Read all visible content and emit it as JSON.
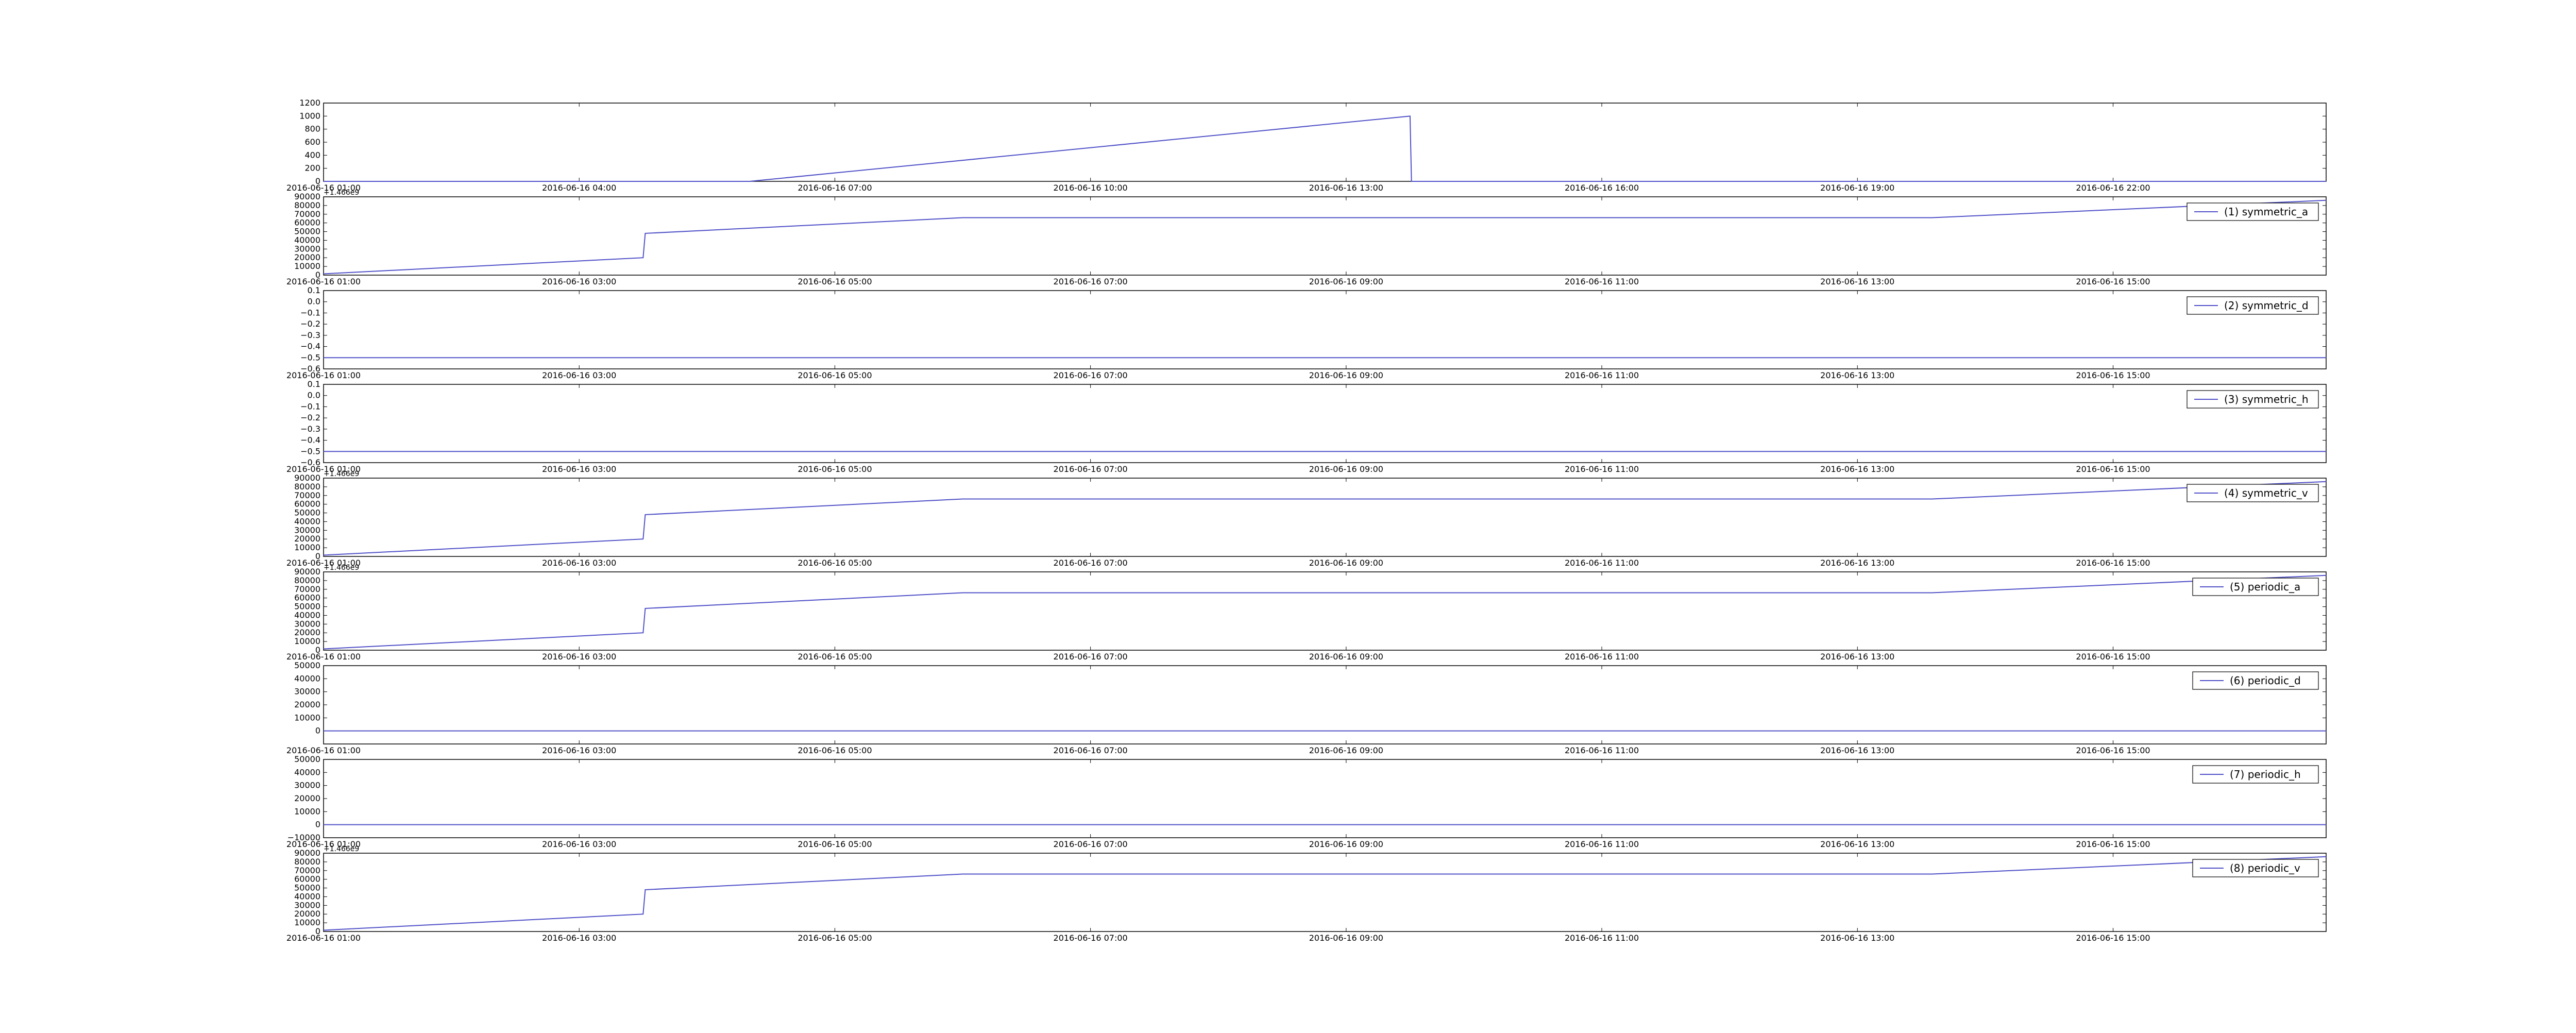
{
  "colors": {
    "line": "#5050c8",
    "axes": "#000000",
    "background": "#ffffff"
  },
  "chart_data": [
    {
      "type": "line",
      "title": "",
      "xlabel": "",
      "ylabel": "",
      "legend": "",
      "legend_placement": "",
      "x_axis": "date",
      "xlim": [
        "2016-06-16 01:00",
        "2016-06-17 00:30"
      ],
      "x_tick_labels": [
        "2016-06-16 01:00",
        "2016-06-16 04:00",
        "2016-06-16 07:00",
        "2016-06-16 10:00",
        "2016-06-16 13:00",
        "2016-06-16 16:00",
        "2016-06-16 19:00",
        "2016-06-16 22:00"
      ],
      "ylim": [
        0,
        1200
      ],
      "y_ticks": [
        0,
        200,
        400,
        600,
        800,
        1000,
        1200
      ],
      "y_offset_label": "",
      "series": [
        {
          "x": [
            "2016-06-16 01:00",
            "2016-06-16 06:00",
            "2016-06-16 13:45",
            "2016-06-16 13:46",
            "2016-06-17 00:30"
          ],
          "y": [
            0,
            0,
            1000,
            0,
            0
          ]
        }
      ]
    },
    {
      "type": "line",
      "title": "",
      "xlabel": "",
      "ylabel": "",
      "legend": "(1) symmetric_a",
      "legend_placement": "top-right",
      "x_axis": "date",
      "xlim": [
        "2016-06-16 01:00",
        "2016-06-16 16:40"
      ],
      "x_tick_labels": [
        "2016-06-16 01:00",
        "2016-06-16 03:00",
        "2016-06-16 05:00",
        "2016-06-16 07:00",
        "2016-06-16 09:00",
        "2016-06-16 11:00",
        "2016-06-16 13:00",
        "2016-06-16 15:00"
      ],
      "ylim": [
        0,
        90000
      ],
      "y_ticks": [
        0,
        10000,
        20000,
        30000,
        40000,
        50000,
        60000,
        70000,
        80000,
        90000
      ],
      "y_offset_label": "+1.466e9",
      "series": [
        {
          "x": [
            "2016-06-16 01:00",
            "2016-06-16 03:30",
            "2016-06-16 03:31",
            "2016-06-16 06:00",
            "2016-06-16 13:35",
            "2016-06-16 16:40"
          ],
          "y": [
            1500,
            20000,
            48000,
            66000,
            66000,
            86000
          ]
        }
      ]
    },
    {
      "type": "line",
      "title": "",
      "xlabel": "",
      "ylabel": "",
      "legend": "(2) symmetric_d",
      "legend_placement": "top-right",
      "x_axis": "date",
      "xlim": [
        "2016-06-16 01:00",
        "2016-06-16 16:40"
      ],
      "x_tick_labels": [
        "2016-06-16 01:00",
        "2016-06-16 03:00",
        "2016-06-16 05:00",
        "2016-06-16 07:00",
        "2016-06-16 09:00",
        "2016-06-16 11:00",
        "2016-06-16 13:00",
        "2016-06-16 15:00"
      ],
      "ylim": [
        -0.6,
        0.1
      ],
      "y_ticks": [
        -0.6,
        -0.5,
        -0.4,
        -0.3,
        -0.2,
        -0.1,
        0.0,
        0.1
      ],
      "y_tick_labels": [
        "−0.6",
        "−0.5",
        "−0.4",
        "−0.3",
        "−0.2",
        "−0.1",
        "0.0",
        "0.1"
      ],
      "y_offset_label": "",
      "series": [
        {
          "x": [
            "2016-06-16 01:00",
            "2016-06-16 16:40"
          ],
          "y": [
            -0.5,
            -0.5
          ]
        }
      ]
    },
    {
      "type": "line",
      "title": "",
      "xlabel": "",
      "ylabel": "",
      "legend": "(3) symmetric_h",
      "legend_placement": "top-right",
      "x_axis": "date",
      "xlim": [
        "2016-06-16 01:00",
        "2016-06-16 16:40"
      ],
      "x_tick_labels": [
        "2016-06-16 01:00",
        "2016-06-16 03:00",
        "2016-06-16 05:00",
        "2016-06-16 07:00",
        "2016-06-16 09:00",
        "2016-06-16 11:00",
        "2016-06-16 13:00",
        "2016-06-16 15:00"
      ],
      "ylim": [
        -0.6,
        0.1
      ],
      "y_ticks": [
        -0.6,
        -0.5,
        -0.4,
        -0.3,
        -0.2,
        -0.1,
        0.0,
        0.1
      ],
      "y_tick_labels": [
        "−0.6",
        "−0.5",
        "−0.4",
        "−0.3",
        "−0.2",
        "−0.1",
        "0.0",
        "0.1"
      ],
      "y_offset_label": "",
      "series": [
        {
          "x": [
            "2016-06-16 01:00",
            "2016-06-16 16:40"
          ],
          "y": [
            -0.5,
            -0.5
          ]
        }
      ]
    },
    {
      "type": "line",
      "title": "",
      "xlabel": "",
      "ylabel": "",
      "legend": "(4) symmetric_v",
      "legend_placement": "top-right",
      "x_axis": "date",
      "xlim": [
        "2016-06-16 01:00",
        "2016-06-16 16:40"
      ],
      "x_tick_labels": [
        "2016-06-16 01:00",
        "2016-06-16 03:00",
        "2016-06-16 05:00",
        "2016-06-16 07:00",
        "2016-06-16 09:00",
        "2016-06-16 11:00",
        "2016-06-16 13:00",
        "2016-06-16 15:00"
      ],
      "ylim": [
        0,
        90000
      ],
      "y_ticks": [
        0,
        10000,
        20000,
        30000,
        40000,
        50000,
        60000,
        70000,
        80000,
        90000
      ],
      "y_offset_label": "+1.466e9",
      "series": [
        {
          "x": [
            "2016-06-16 01:00",
            "2016-06-16 03:30",
            "2016-06-16 03:31",
            "2016-06-16 06:00",
            "2016-06-16 13:35",
            "2016-06-16 16:40"
          ],
          "y": [
            1500,
            20000,
            48000,
            66000,
            66000,
            86000
          ]
        }
      ]
    },
    {
      "type": "line",
      "title": "",
      "xlabel": "",
      "ylabel": "",
      "legend": "(5) periodic_a",
      "legend_placement": "top-right",
      "x_axis": "date",
      "xlim": [
        "2016-06-16 01:00",
        "2016-06-16 16:40"
      ],
      "x_tick_labels": [
        "2016-06-16 01:00",
        "2016-06-16 03:00",
        "2016-06-16 05:00",
        "2016-06-16 07:00",
        "2016-06-16 09:00",
        "2016-06-16 11:00",
        "2016-06-16 13:00",
        "2016-06-16 15:00"
      ],
      "ylim": [
        0,
        90000
      ],
      "y_ticks": [
        0,
        10000,
        20000,
        30000,
        40000,
        50000,
        60000,
        70000,
        80000,
        90000
      ],
      "y_offset_label": "+1.466e9",
      "series": [
        {
          "x": [
            "2016-06-16 01:00",
            "2016-06-16 03:30",
            "2016-06-16 03:31",
            "2016-06-16 06:00",
            "2016-06-16 13:35",
            "2016-06-16 16:40"
          ],
          "y": [
            1500,
            20000,
            48000,
            66000,
            66000,
            86000
          ]
        }
      ]
    },
    {
      "type": "line",
      "title": "",
      "xlabel": "",
      "ylabel": "",
      "legend": "(6) periodic_d",
      "legend_placement": "top-right",
      "x_axis": "date",
      "xlim": [
        "2016-06-16 01:00",
        "2016-06-16 16:40"
      ],
      "x_tick_labels": [
        "2016-06-16 01:00",
        "2016-06-16 03:00",
        "2016-06-16 05:00",
        "2016-06-16 07:00",
        "2016-06-16 09:00",
        "2016-06-16 11:00",
        "2016-06-16 13:00",
        "2016-06-16 15:00"
      ],
      "ylim": [
        -10000,
        50000
      ],
      "y_ticks": [
        0,
        10000,
        20000,
        30000,
        40000,
        50000
      ],
      "y_offset_label": "",
      "series": [
        {
          "x": [
            "2016-06-16 01:00",
            "2016-06-16 16:40"
          ],
          "y": [
            0,
            0
          ]
        }
      ]
    },
    {
      "type": "line",
      "title": "",
      "xlabel": "",
      "ylabel": "",
      "legend": "(7) periodic_h",
      "legend_placement": "top-right",
      "x_axis": "date",
      "xlim": [
        "2016-06-16 01:00",
        "2016-06-16 16:40"
      ],
      "x_tick_labels": [
        "2016-06-16 01:00",
        "2016-06-16 03:00",
        "2016-06-16 05:00",
        "2016-06-16 07:00",
        "2016-06-16 09:00",
        "2016-06-16 11:00",
        "2016-06-16 13:00",
        "2016-06-16 15:00"
      ],
      "ylim": [
        -10000,
        50000
      ],
      "y_ticks": [
        -10000,
        0,
        10000,
        20000,
        30000,
        40000,
        50000
      ],
      "y_tick_labels": [
        "−10000",
        "0",
        "10000",
        "20000",
        "30000",
        "40000",
        "50000"
      ],
      "y_offset_label": "",
      "series": [
        {
          "x": [
            "2016-06-16 01:00",
            "2016-06-16 16:40"
          ],
          "y": [
            0,
            0
          ]
        }
      ]
    },
    {
      "type": "line",
      "title": "",
      "xlabel": "",
      "ylabel": "",
      "legend": "(8) periodic_v",
      "legend_placement": "top-right",
      "x_axis": "date",
      "xlim": [
        "2016-06-16 01:00",
        "2016-06-16 16:40"
      ],
      "x_tick_labels": [
        "2016-06-16 01:00",
        "2016-06-16 03:00",
        "2016-06-16 05:00",
        "2016-06-16 07:00",
        "2016-06-16 09:00",
        "2016-06-16 11:00",
        "2016-06-16 13:00",
        "2016-06-16 15:00"
      ],
      "ylim": [
        0,
        90000
      ],
      "y_ticks": [
        0,
        10000,
        20000,
        30000,
        40000,
        50000,
        60000,
        70000,
        80000,
        90000
      ],
      "y_offset_label": "+1.466e9",
      "series": [
        {
          "x": [
            "2016-06-16 01:00",
            "2016-06-16 03:30",
            "2016-06-16 03:31",
            "2016-06-16 06:00",
            "2016-06-16 13:35",
            "2016-06-16 16:40"
          ],
          "y": [
            1500,
            20000,
            48000,
            66000,
            66000,
            86000
          ]
        }
      ]
    }
  ]
}
